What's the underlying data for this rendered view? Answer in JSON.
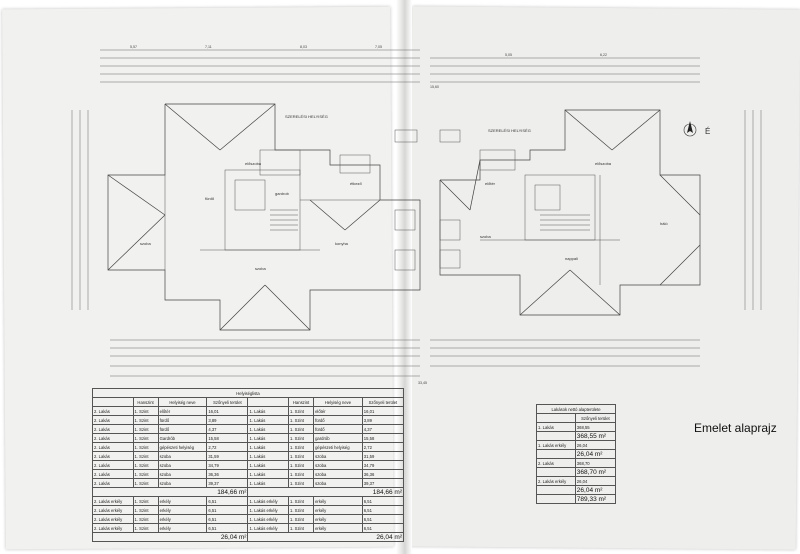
{
  "caption": "Emelet alaprajz",
  "plan": {
    "label_left": "SZERELÉSI HELYISÉG",
    "label_right": "SZERELÉSI HELYISÉG",
    "north": "É",
    "total_dimension": "33,45",
    "top_dims": [
      "5,57",
      "7,11",
      "8,03",
      "7,05",
      "5,05",
      "6,22",
      "15,60"
    ],
    "room_labels": [
      "előszoba",
      "fürdő",
      "gardrob",
      "konyha",
      "szoba",
      "szoba",
      "étkező",
      "előtér",
      "szoba",
      "háló",
      "nappali",
      "előszoba"
    ]
  },
  "left_table": {
    "title": "Helyiséglista",
    "headers": [
      "",
      "Hanszint",
      "Helyiség neve",
      "Szőnyeli terület",
      "",
      "Hanszint",
      "Helyiség neve",
      "Szőnyeli terület"
    ],
    "rows": [
      [
        "2. Lakás",
        "1. Szint",
        "előtér",
        "16,01",
        "1. Lakás",
        "1. Szint",
        "előtér",
        "16,01"
      ],
      [
        "2. Lakás",
        "1. Szint",
        "fürdő",
        "3,89",
        "1. Lakás",
        "1. Szint",
        "fürdő",
        "3,89"
      ],
      [
        "2. Lakás",
        "1. Szint",
        "fürdő",
        "4,37",
        "1. Lakás",
        "1. Szint",
        "fürdő",
        "4,37"
      ],
      [
        "2. Lakás",
        "1. Szint",
        "Gardrób",
        "15,58",
        "1. Lakás",
        "1. Szint",
        "gardrób",
        "15,58"
      ],
      [
        "2. Lakás",
        "1. Szint",
        "gépészeti helyiség",
        "2,72",
        "1. Lakás",
        "1. Szint",
        "gépészeti helyiség",
        "2,72"
      ],
      [
        "2. Lakás",
        "1. Szint",
        "szoba",
        "31,59",
        "1. Lakás",
        "1. Szint",
        "szoba",
        "31,59"
      ],
      [
        "2. Lakás",
        "1. Szint",
        "szoba",
        "34,79",
        "1. Lakás",
        "1. Szint",
        "szoba",
        "34,79"
      ],
      [
        "2. Lakás",
        "1. Szint",
        "szoba",
        "36,36",
        "1. Lakás",
        "1. Szint",
        "szoba",
        "36,36"
      ],
      [
        "2. Lakás",
        "1. Szint",
        "szoba",
        "39,37",
        "1. Lakás",
        "1. Szint",
        "szoba",
        "39,37"
      ]
    ],
    "sum_left": "184,66 m²",
    "sum_right": "184,66 m²",
    "terrace_rows": [
      [
        "2. Lakás erkély",
        "1. Szint",
        "erkély",
        "6,51",
        "1. Lakás erkély",
        "1. Szint",
        "erkély",
        "6,51"
      ],
      [
        "2. Lakás erkély",
        "1. Szint",
        "erkély",
        "6,51",
        "1. Lakás erkély",
        "1. Szint",
        "erkély",
        "6,51"
      ],
      [
        "2. Lakás erkély",
        "1. Szint",
        "erkély",
        "6,51",
        "1. Lakás erkély",
        "1. Szint",
        "erkély",
        "6,51"
      ],
      [
        "2. Lakás erkély",
        "1. Szint",
        "erkély",
        "6,51",
        "1. Lakás erkély",
        "1. Szint",
        "erkély",
        "6,51"
      ]
    ],
    "terrace_sum_left": "26,04 m²",
    "terrace_sum_right": "26,04 m²"
  },
  "right_table": {
    "title": "Lakások nettó alapterülete",
    "headers": [
      "",
      "Szőnyeli terület"
    ],
    "rows": [
      [
        "1. Lakás",
        "368,55"
      ],
      [
        "",
        "368,55 m²"
      ],
      [
        "1. Lakás erkély",
        "26,04"
      ],
      [
        "",
        "26,04 m²"
      ],
      [
        "2. Lakás",
        "368,70"
      ],
      [
        "",
        "368,70 m²"
      ],
      [
        "2. Lakás erkély",
        "26,04"
      ],
      [
        "",
        "26,04 m²"
      ],
      [
        "",
        "789,33 m²"
      ]
    ]
  }
}
